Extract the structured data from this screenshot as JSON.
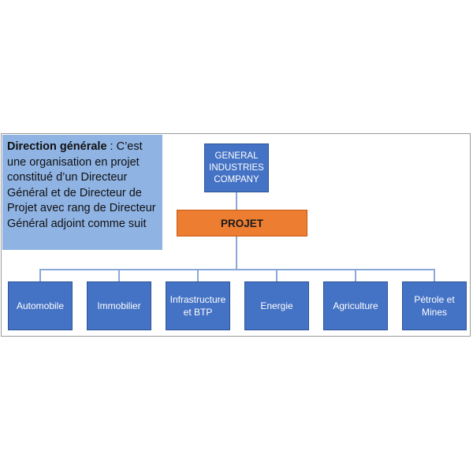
{
  "note": {
    "lead": "Direction générale",
    "body": " : C’est une organisation en projet constitué d’un Directeur Général et de Directeur de Projet avec rang de Directeur Général adjoint comme suit"
  },
  "org": {
    "root": "GENERAL INDUSTRIES COMPANY",
    "project": "PROJET",
    "children": [
      "Automobile",
      "Immobilier",
      "Infrastructure et BTP",
      "Energie",
      "Agriculture",
      "Pétrole et Mines"
    ]
  },
  "colors": {
    "box": "#4472c4",
    "project": "#ed7d31",
    "note": "#8fb3e3",
    "connector": "#8aa8d8"
  }
}
